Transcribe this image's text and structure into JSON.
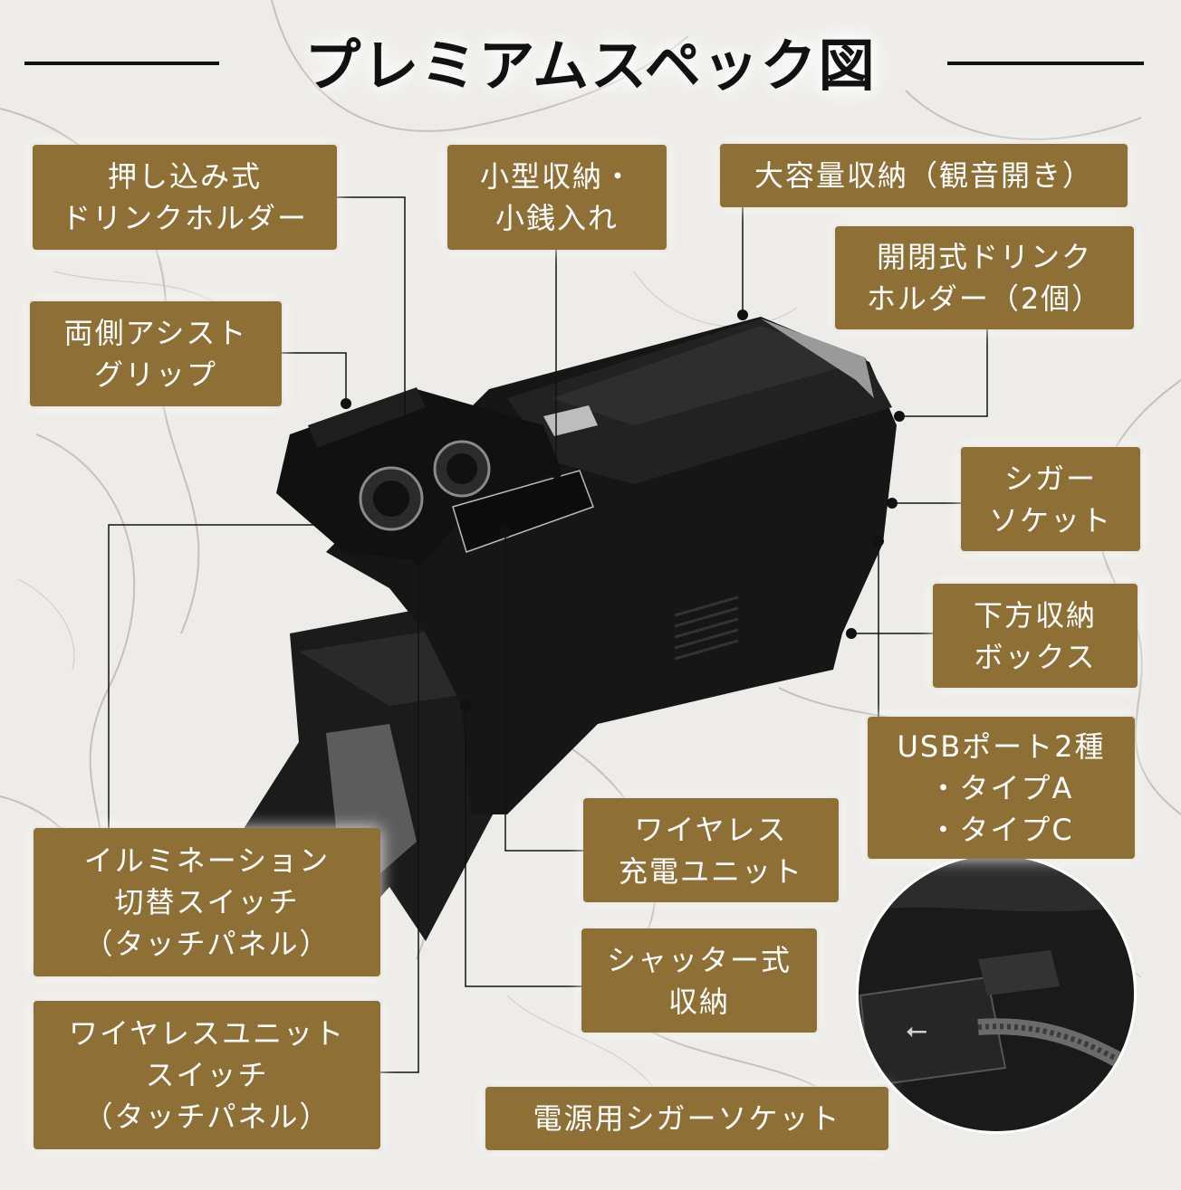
{
  "title": "プレミアムスペック図",
  "labels": {
    "push_holder": "押し込み式\nドリンクホルダー",
    "small_storage": "小型収納・\n小銭入れ",
    "large_storage": "大容量収納（観音開き）",
    "openclose_holder": "開閉式ドリンク\nホルダー（2個）",
    "grip": "両側アシスト\nグリップ",
    "cigar": "シガー\nソケット",
    "lower_box": "下方収納\nボックス",
    "usb": "USBポート2種\n・タイプA\n・タイプC",
    "wireless_charger": "ワイヤレス\n充電ユニット",
    "shutter": "シャッター式\n収納",
    "illumination": "イルミネーション\n切替スイッチ\n（タッチパネル）",
    "wireless_switch": "ワイヤレスユニット\nスイッチ\n（タッチパネル）",
    "power_cigar": "電源用シガーソケット"
  },
  "colors": {
    "label_bg": "#8e6f36",
    "label_text": "#ffffff",
    "console": "#161616",
    "marble": "#f1efec"
  },
  "icons": [
    "usb-icon"
  ]
}
